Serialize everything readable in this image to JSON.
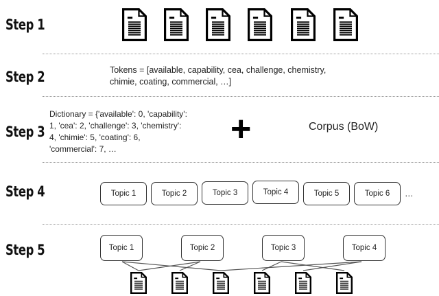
{
  "steps": [
    "Step 1",
    "Step 2",
    "Step 3",
    "Step 4",
    "Step 5"
  ],
  "step2": {
    "tokens_line1": "Tokens = [available, capability, cea, challenge, chemistry,",
    "tokens_line2": "chimie, coating, commercial, …]"
  },
  "step3": {
    "dict_lines": [
      "Dictionary = {'available': 0, 'capability':",
      "1, 'cea': 2, 'challenge': 3, 'chemistry':",
      "4, 'chimie': 5, 'coating': 6,",
      "'commercial': 7, …"
    ],
    "plus": "+",
    "corpus": "Corpus (BoW)"
  },
  "step4": {
    "topics": [
      "Topic 1",
      "Topic 2",
      "Topic 3",
      "Topic 4",
      "Topic 5",
      "Topic 6"
    ],
    "ellipsis": "…"
  },
  "step5": {
    "topics": [
      "Topic 1",
      "Topic 2",
      "Topic 3",
      "Topic 4"
    ]
  }
}
